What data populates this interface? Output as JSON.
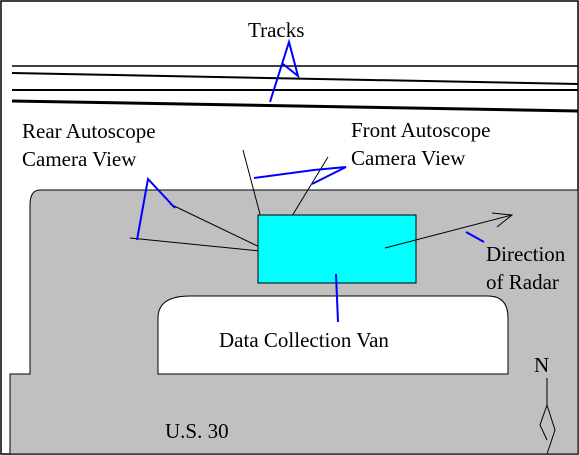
{
  "labels": {
    "tracks": "Tracks",
    "rear_line1": "Rear Autoscope",
    "rear_line2": "Camera View",
    "front_line1": "Front Autoscope",
    "front_line2": "Camera View",
    "direction_line1": "Direction",
    "direction_line2": "of Radar",
    "van": "Data Collection Van",
    "north": "N",
    "road": "U.S. 30"
  },
  "colors": {
    "road": "#c0c0c0",
    "van": "#00ffff",
    "leader": "#0000ff",
    "line": "#000000",
    "background": "#ffffff"
  }
}
